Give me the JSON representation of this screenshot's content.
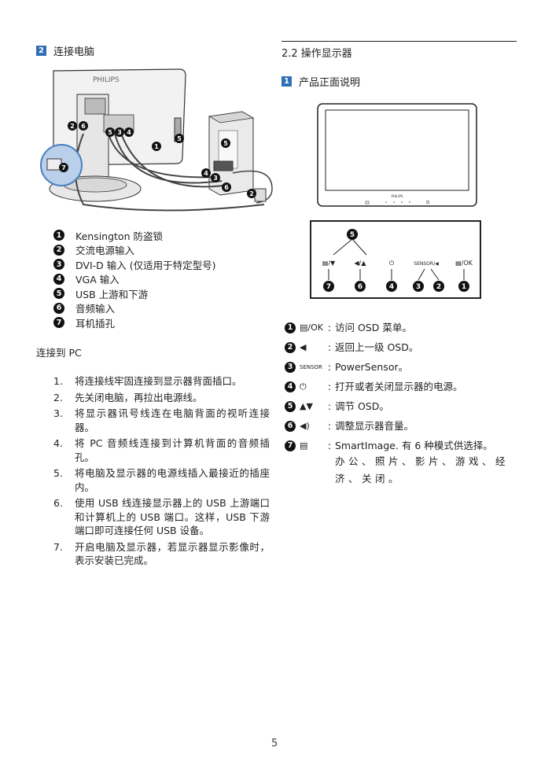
{
  "left": {
    "section_num": "2",
    "section_title": "连接电脑",
    "legend": [
      {
        "n": "1",
        "text": "Kensington 防盗锁"
      },
      {
        "n": "2",
        "text": "交流电源输入"
      },
      {
        "n": "3",
        "text": "DVI-D 输入 (仅适用于特定型号)"
      },
      {
        "n": "4",
        "text": "VGA 输入"
      },
      {
        "n": "5",
        "text": "USB 上游和下游"
      },
      {
        "n": "6",
        "text": "音频输入"
      },
      {
        "n": "7",
        "text": "耳机插孔"
      }
    ],
    "connect_heading": "连接到 PC",
    "steps": [
      {
        "n": "1.",
        "text": "将连接线牢固连接到显示器背面插口。"
      },
      {
        "n": "2.",
        "text": "先关闭电脑，再拉出电源线。"
      },
      {
        "n": "3.",
        "text": "将显示器讯号线连在电脑背面的视听连接器。"
      },
      {
        "n": "4.",
        "text": "将 PC 音频线连接到计算机背面的音频插孔。"
      },
      {
        "n": "5.",
        "text": "将电脑及显示器的电源线插入最接近的插座内。"
      },
      {
        "n": "6.",
        "text": "使用 USB 线连接显示器上的 USB 上游端口和计算机上的 USB 端口。这样，USB 下游端口即可连接任何 USB 设备。"
      },
      {
        "n": "7.",
        "text": "开启电脑及显示器，若显示器显示影像时，表示安装已完成。"
      }
    ],
    "diagram": {
      "brand": "PHILIPS"
    }
  },
  "right": {
    "heading": "2.2 操作显示器",
    "section_num": "1",
    "section_title": "产品正面说明",
    "monitor_brand": "PHILIPS",
    "button_panel": {
      "labels": [
        "▤/▼",
        "◀/▲",
        "⏻",
        "SENSOR/◀",
        "▤/OK"
      ],
      "top_badge": "5",
      "bottom_badges": [
        "7",
        "6",
        "4",
        "3",
        "2",
        "1"
      ]
    },
    "controls": [
      {
        "n": "1",
        "sym": "▤/OK",
        "desc": "访问 OSD 菜单。"
      },
      {
        "n": "2",
        "sym": "◀",
        "desc": "返回上一级 OSD。"
      },
      {
        "n": "3",
        "sym": "SENSOR",
        "desc": "PowerSensor。"
      },
      {
        "n": "4",
        "sym": "⏻",
        "desc": "打开或者关闭显示器的电源。"
      },
      {
        "n": "5",
        "sym": "▲▼",
        "desc": "调节 OSD。"
      },
      {
        "n": "6",
        "sym": "◀)",
        "desc": "调整显示器音量。"
      },
      {
        "n": "7",
        "sym": "▤",
        "desc": "SmartImage. 有 6 种模式供选择。",
        "extra": "办公、照片、影片、游戏、经济、关闭。"
      }
    ]
  },
  "footer": {
    "page": "5"
  }
}
